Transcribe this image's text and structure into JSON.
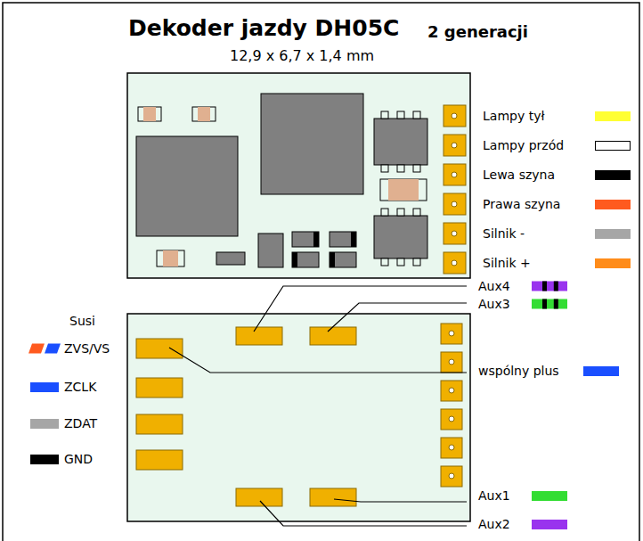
{
  "diagram": {
    "title": "Dekoder jazdy DH05C",
    "labels": [
      "2 generacji",
      "12,9 x 6,7 x 1,4 mm",
      "Susi"
    ],
    "legend": [
      {
        "text": "Lampy tył",
        "color": "#ffff33"
      },
      {
        "text": "Lampy przód",
        "color": "#ffffff"
      },
      {
        "text": "Lewa szyna",
        "color": "#000000"
      },
      {
        "text": "Prawa szyna",
        "color": "#ff5a1f"
      },
      {
        "text": "Silnik -",
        "color": "#a6a6a6"
      },
      {
        "text": "Silnik +",
        "color": "#ff8c1a"
      },
      {
        "text": "Aux4"
      },
      {
        "text": "Aux3"
      },
      {
        "text": "wspólny plus",
        "color": "#1a4fff"
      },
      {
        "text": "ZVS/VS"
      },
      {
        "text": "ZCLK",
        "color": "#1a4fff"
      },
      {
        "text": "ZDAT",
        "color": "#a6a6a6"
      },
      {
        "text": "GND",
        "color": "#000000"
      },
      {
        "text": "Aux1",
        "color": "#33dd33"
      },
      {
        "text": "Aux2",
        "color": "#9933ee"
      }
    ]
  }
}
